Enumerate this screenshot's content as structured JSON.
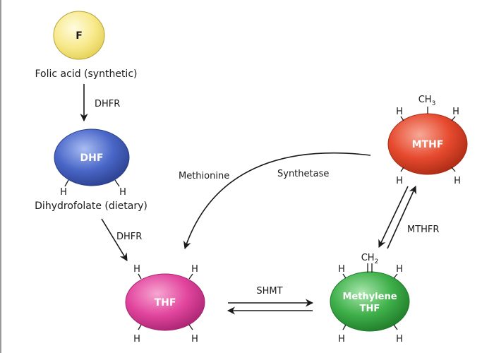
{
  "nodes": {
    "f": {
      "label": "F",
      "caption": "Folic acid (synthetic)"
    },
    "dhf": {
      "label": "DHF",
      "caption": "Dihydrofolate (dietary)",
      "h": "H"
    },
    "thf": {
      "label": "THF",
      "h": "H"
    },
    "mthf": {
      "label": "MTHF",
      "group": "CH",
      "group_sub": "3",
      "h": "H"
    },
    "methylene": {
      "label_line1": "Methylene",
      "label_line2": "THF",
      "group": "CH",
      "group_sub": "2",
      "h": "H"
    }
  },
  "enzymes": {
    "dhfr_1": "DHFR",
    "dhfr_2": "DHFR",
    "methionine": "Methionine",
    "synthetase": "Synthetase",
    "mthfr": "MTHFR",
    "shmt": "SHMT"
  },
  "colors": {
    "f": "#f7e98a",
    "dhf": "#4a67c8",
    "thf": "#e2459e",
    "mthf": "#e64a2e",
    "methylene": "#3fb04a"
  }
}
